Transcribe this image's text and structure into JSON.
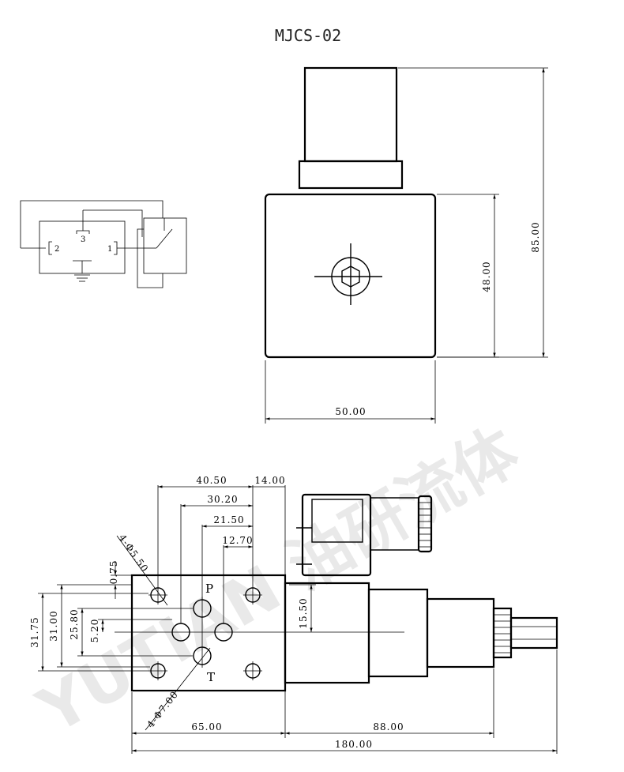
{
  "title": "MJCS-02",
  "top_view": {
    "dim_width": "50.00",
    "dim_coil_height": "48.00",
    "dim_total_height": "85.00"
  },
  "schematic": {
    "pin_2": "2",
    "pin_3": "3",
    "pin_1": "1"
  },
  "bottom_view": {
    "dim_40_50": "40.50",
    "dim_14_00": "14.00",
    "dim_30_20": "30.20",
    "dim_21_50": "21.50",
    "dim_12_70": "12.70",
    "dim_hole_small": "4-Φ5.50",
    "dim_0_75": "0.75",
    "dim_31_75": "31.75",
    "dim_31_00": "31.00",
    "dim_25_80": "25.80",
    "dim_5_20": "5.20",
    "dim_15_50": "15.50",
    "dim_hole_large": "4-Φ7.00",
    "dim_65_00": "65.00",
    "dim_88_00": "88.00",
    "dim_180_00": "180.00",
    "port_p": "P",
    "port_t": "T"
  },
  "watermark": "YUTIAN 油研流体"
}
